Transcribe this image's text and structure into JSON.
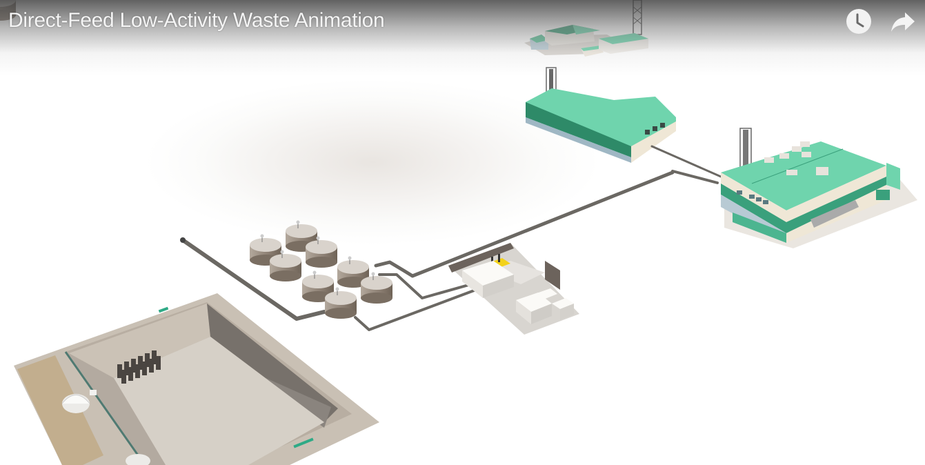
{
  "video": {
    "title": "Direct-Feed Low-Activity Waste Animation",
    "controls": {
      "watch_later": {
        "icon": "clock-icon",
        "label": "Watch later"
      },
      "share": {
        "icon": "share-arrow-icon",
        "label": "Share"
      }
    }
  },
  "scene": {
    "description": "3D rendering of Direct-Feed Low-Activity Waste facility layout",
    "elements": [
      "support-buildings",
      "analytical-laboratory",
      "low-activity-waste-facility",
      "tank-farm",
      "effluent-pretreatment-system",
      "disposal-trench",
      "transfer-pipelines"
    ],
    "colors": {
      "roof_green": "#6fd4ad",
      "roof_dark_green": "#3aa07c",
      "wall_cream": "#efe7d6",
      "tank_brown": "#8b7e72",
      "pipe_gray": "#6b6863",
      "trench_beige": "#c9c0b4"
    }
  }
}
